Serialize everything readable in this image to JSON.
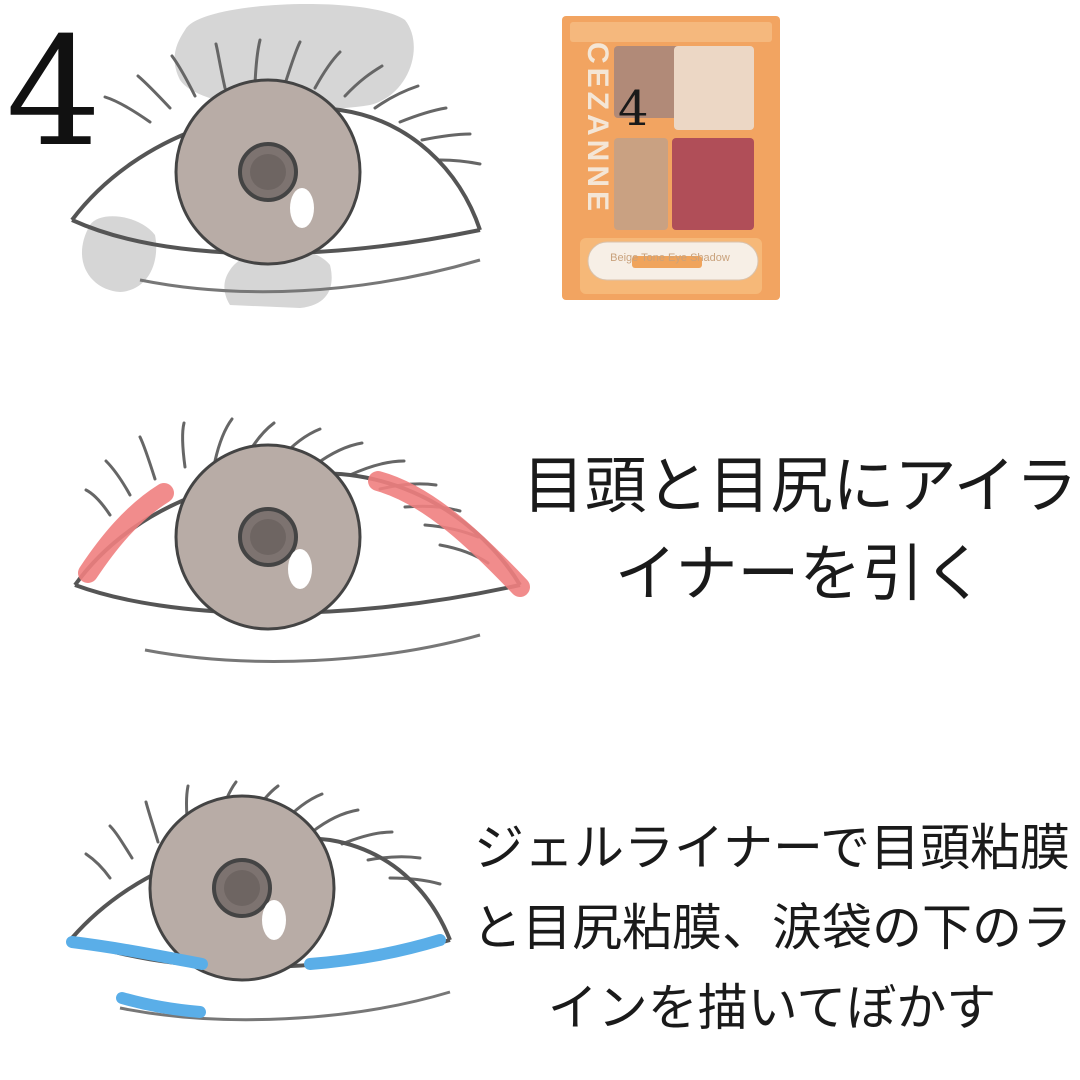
{
  "step": {
    "number": "4"
  },
  "palette": {
    "brand": "CEZANNE",
    "number_label": "4",
    "product_name": "Beige Tone Eye Shadow",
    "case_color": "#f2a461",
    "shade_colors": [
      "#b18a78",
      "#ecd7c5",
      "#c9a182",
      "#b04e58"
    ]
  },
  "steps": [
    {
      "id": "shadow",
      "highlight_color": "#d3d3d3"
    },
    {
      "id": "liner",
      "caption_lines": [
        "目頭と目尻にアイラ",
        "イナーを引く"
      ],
      "highlight_color": "#f08080"
    },
    {
      "id": "gel-liner",
      "caption_lines": [
        "ジェルライナーで目頭粘膜",
        "と目尻粘膜、涙袋の下のラ",
        "インを描いてぼかす"
      ],
      "highlight_color": "#5aaee8"
    }
  ],
  "colors": {
    "iris": "#b8aca6",
    "outline": "#555555"
  }
}
